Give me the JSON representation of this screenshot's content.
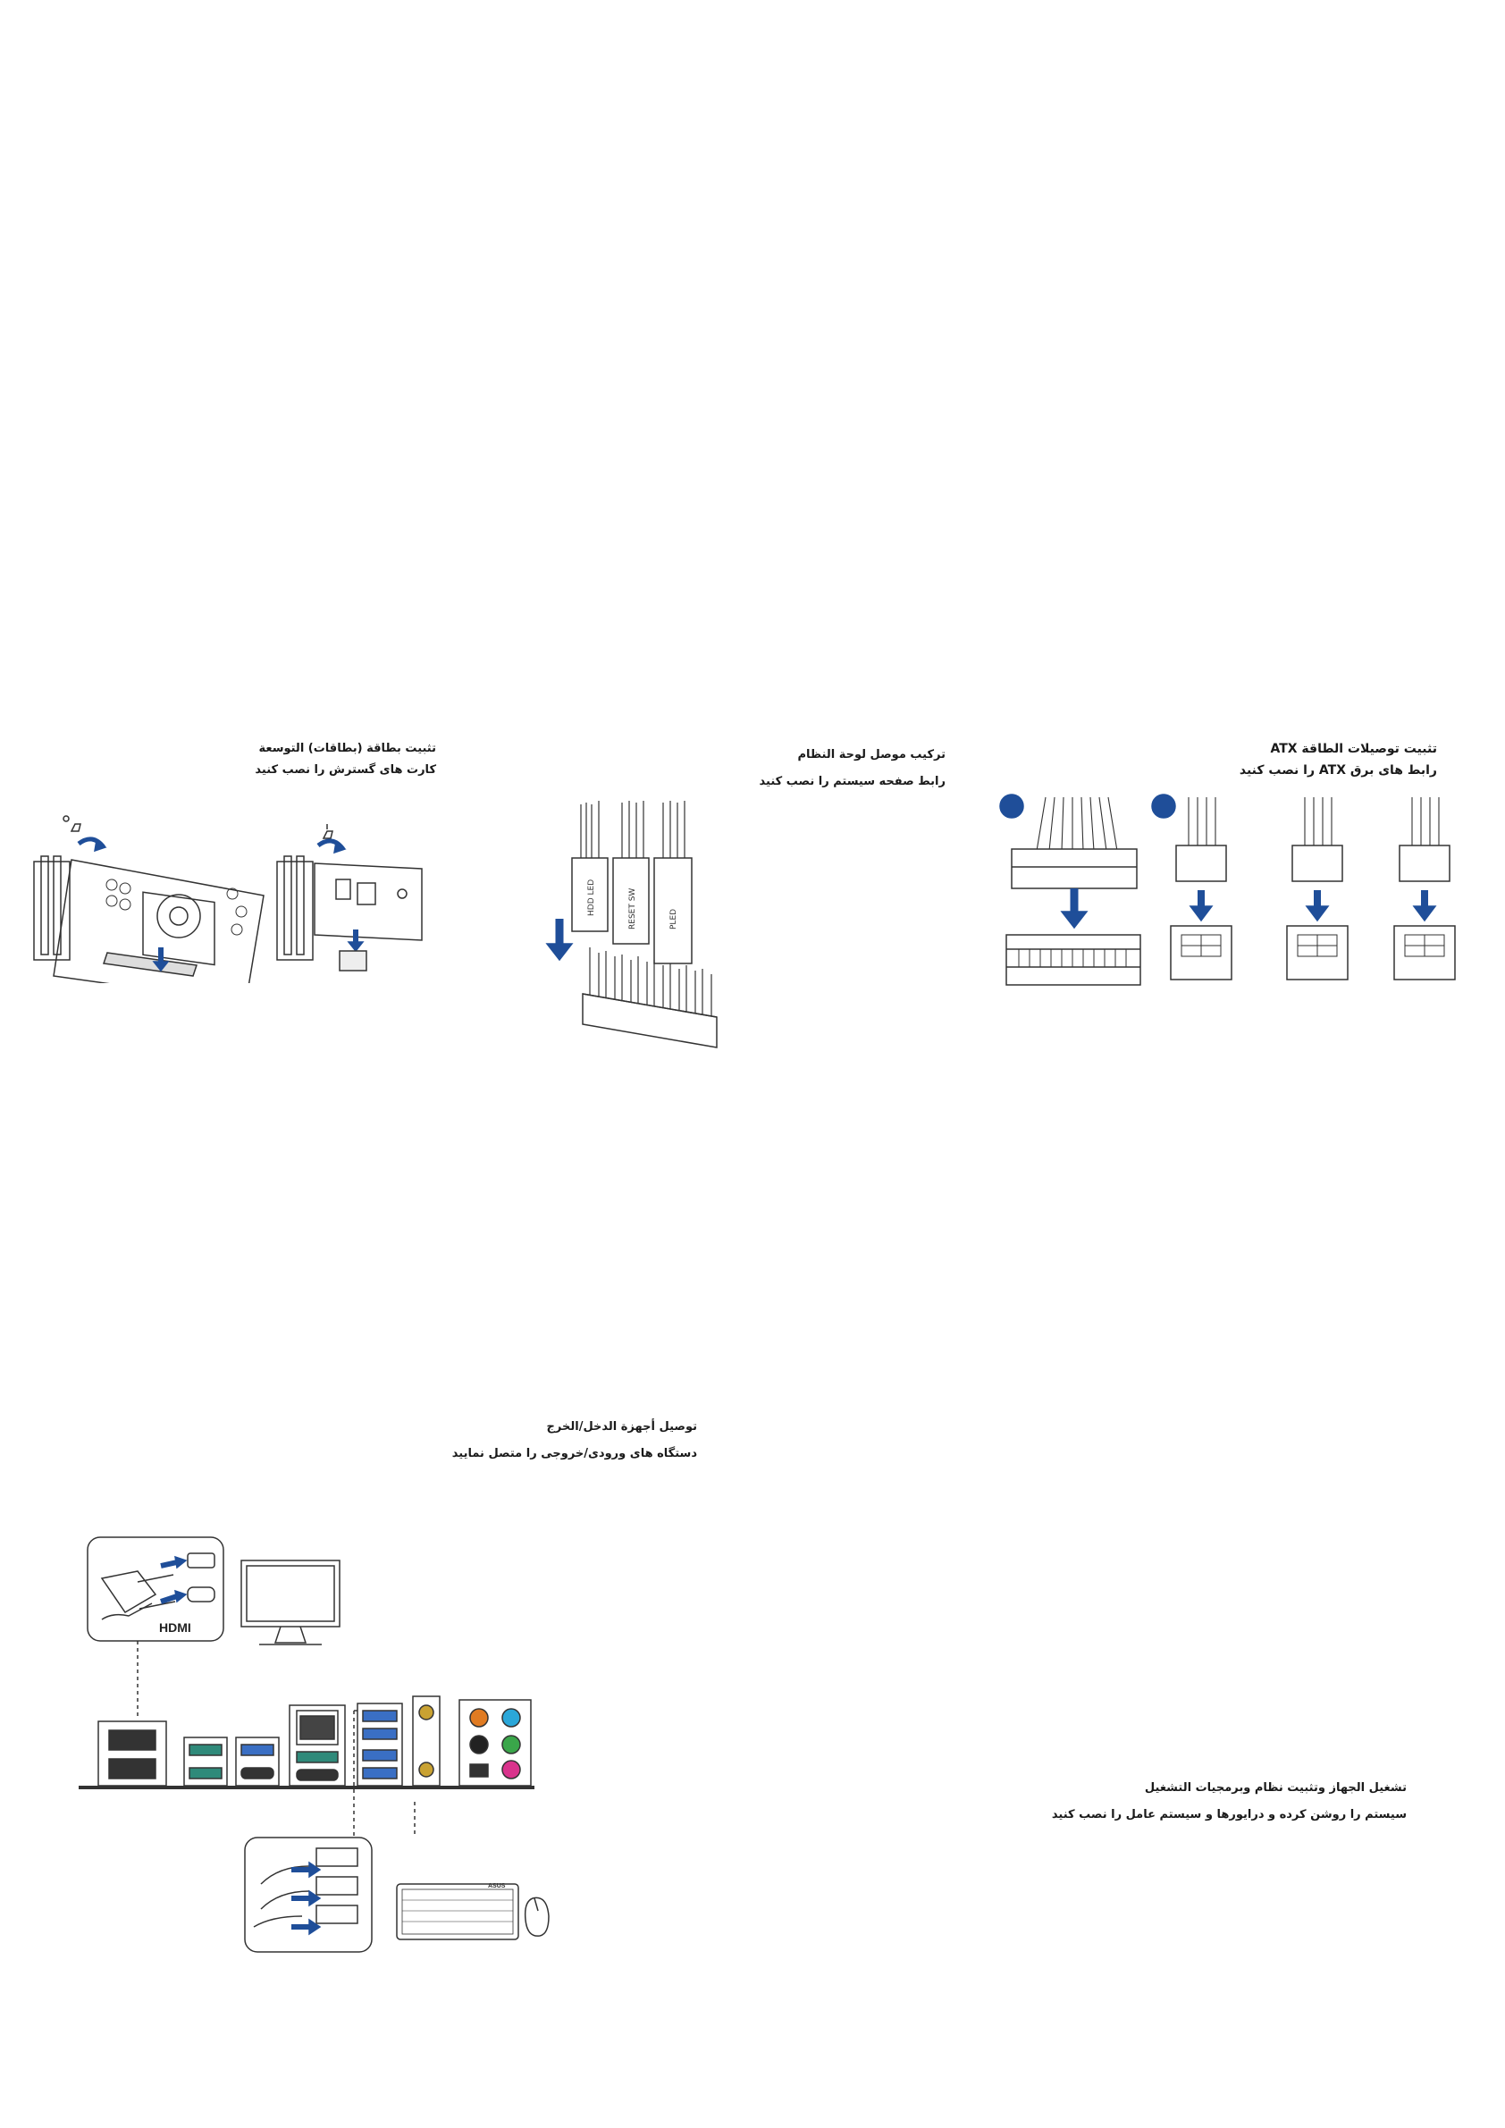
{
  "sections": {
    "expansion": {
      "title_ar": "تثبيت بطاقة (بطاقات) التوسعة",
      "title_fa": "کارت های گسترش را نصب کنید"
    },
    "panel": {
      "title_ar": "تركيب موصل لوحة النظام",
      "title_fa": "رابط صفحه سیستم را نصب کنید",
      "labels": [
        "HDD LED",
        "RESET SW",
        "PLED"
      ]
    },
    "atx": {
      "title_ar": "تثبيت توصيلات الطاقة ATX",
      "title_fa": "رابط های برق ATX را نصب کنید"
    },
    "io": {
      "title_ar": "توصيل أجهزة الدخل/الخرج",
      "title_fa": "دستگاه های ورودی/خروجی را متصل نمایید",
      "hdmi_logo": "HDMI",
      "keyboard_brand": "ASUS"
    },
    "power_on": {
      "title_ar": "تشغيل الجهاز وتثبيت نظام وبرمجيات التشغيل",
      "title_fa": "سیستم را روشن کرده و درایورها و سیستم عامل را نصب کنید"
    }
  },
  "colors": {
    "accent_blue": "#1f4e99",
    "line": "#333333",
    "usb_blue": "#3a6fc4",
    "usb_teal": "#2f8a7a",
    "audio_orange": "#e07b22",
    "audio_cyan": "#2aa7d9",
    "audio_green": "#3aa64a",
    "audio_pink": "#d9338c",
    "gold": "#c9a232"
  }
}
